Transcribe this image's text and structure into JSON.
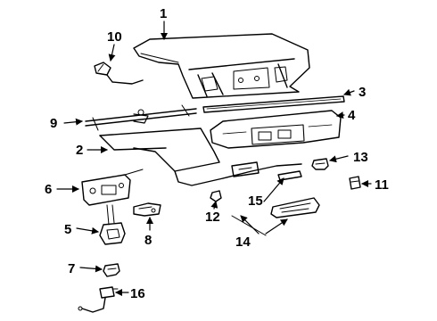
{
  "diagram": {
    "callouts": {
      "c1": "1",
      "c2": "2",
      "c3": "3",
      "c4": "4",
      "c5": "5",
      "c6": "6",
      "c7": "7",
      "c8": "8",
      "c9": "9",
      "c10": "10",
      "c11": "11",
      "c12": "12",
      "c13": "13",
      "c14": "14",
      "c15": "15",
      "c16": "16"
    }
  },
  "colors": {
    "line": "#000000",
    "background": "#ffffff"
  }
}
